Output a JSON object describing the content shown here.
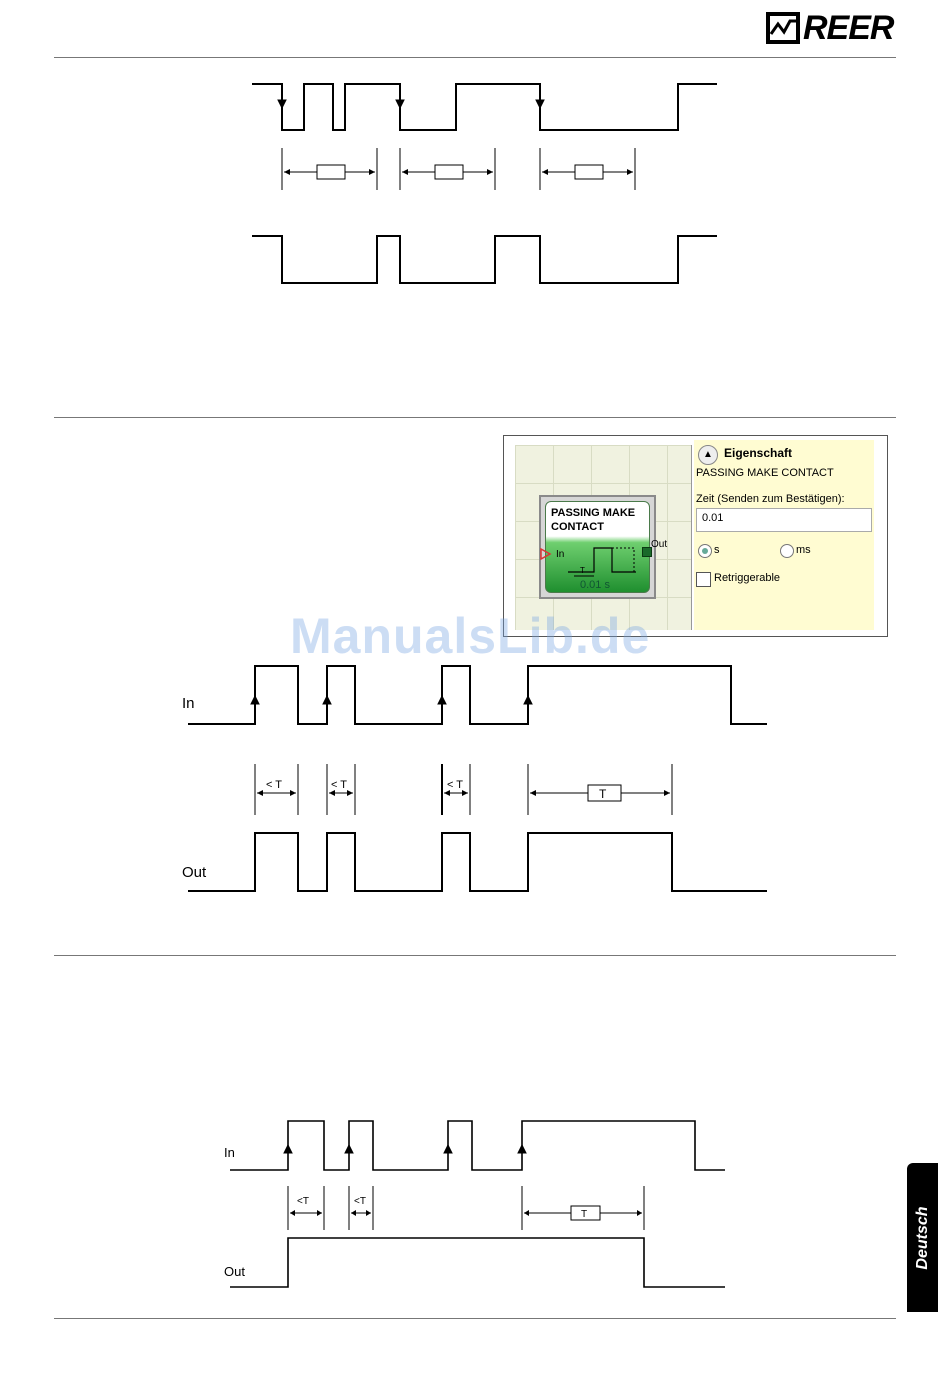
{
  "header": {
    "logo_text": "REER",
    "logo_icon": "reer-logo-icon"
  },
  "watermark": "ManualsLib.de",
  "side_tab": "Deutsch",
  "panel": {
    "block_title": "PASSING MAKE CONTACT",
    "block_in": "In",
    "block_out": "Out",
    "block_time": "0.01 s",
    "pulse_label": "T",
    "props_header": "Eigenschaft",
    "props_name": "PASSING MAKE CONTACT",
    "time_label": "Zeit (Senden zum Bestätigen):",
    "time_value": "0.01",
    "unit_s": "s",
    "unit_ms": "ms",
    "unit_selected": "s",
    "retriggerable_label": "Retriggerable",
    "retriggerable_checked": false
  },
  "diagram2": {
    "in_label": "In",
    "out_label": "Out",
    "lt_label": "< T",
    "t_label": "T"
  },
  "diagram3": {
    "in_label": "In",
    "out_label": "Out",
    "lt_label": "<T",
    "t_label": "T"
  }
}
